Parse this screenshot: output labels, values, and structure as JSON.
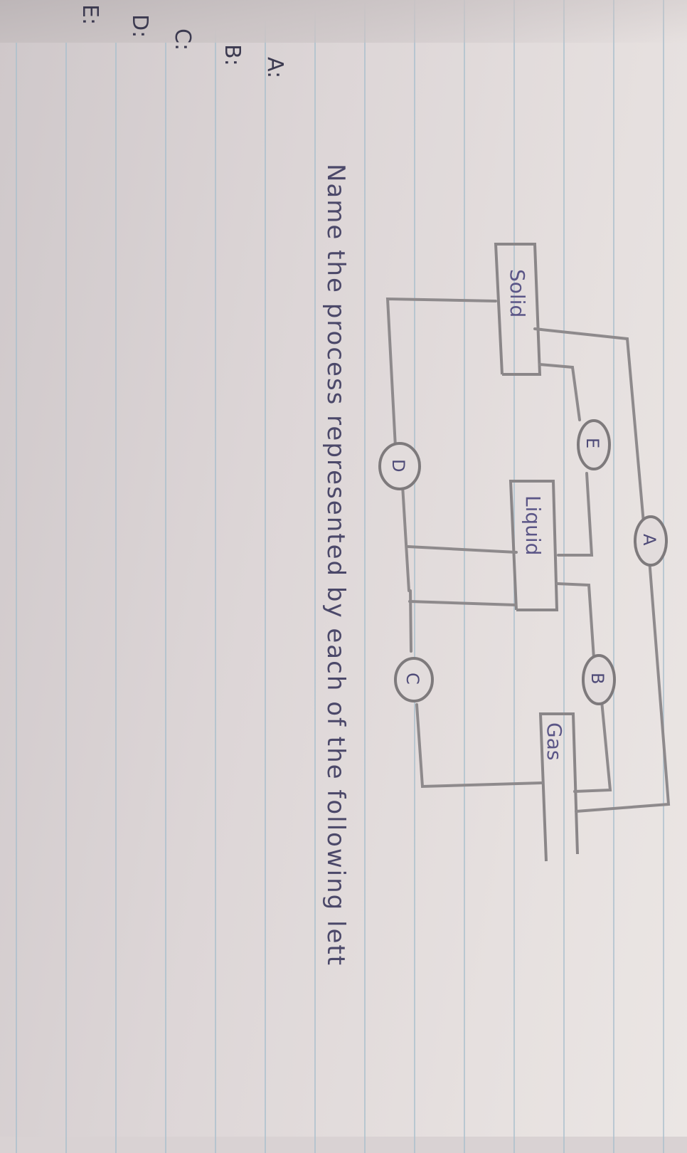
{
  "document": {
    "question": "Name the process represented by each of the following lett",
    "answer_labels": [
      "A:",
      "B:",
      "C:",
      "D:",
      "E:"
    ]
  },
  "diagram": {
    "states": {
      "solid": "Solid",
      "liquid": "Liquid",
      "gas": "Gas"
    },
    "processes": {
      "a": "A",
      "b": "B",
      "c": "C",
      "d": "D",
      "e": "E"
    }
  },
  "colors": {
    "paper": "#e2dcdc",
    "rule_lines": "#a9bfcc",
    "pencil": "#8e8a8c",
    "ink": "#4b4869"
  }
}
